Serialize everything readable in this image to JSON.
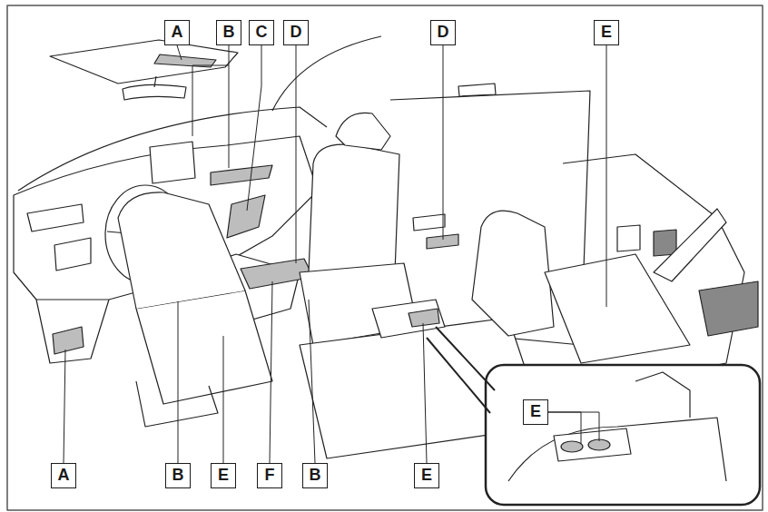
{
  "diagram": {
    "labels": [
      "A",
      "B",
      "C",
      "D",
      "D",
      "E",
      "E",
      "A",
      "B",
      "E",
      "F",
      "B",
      "E"
    ]
  }
}
